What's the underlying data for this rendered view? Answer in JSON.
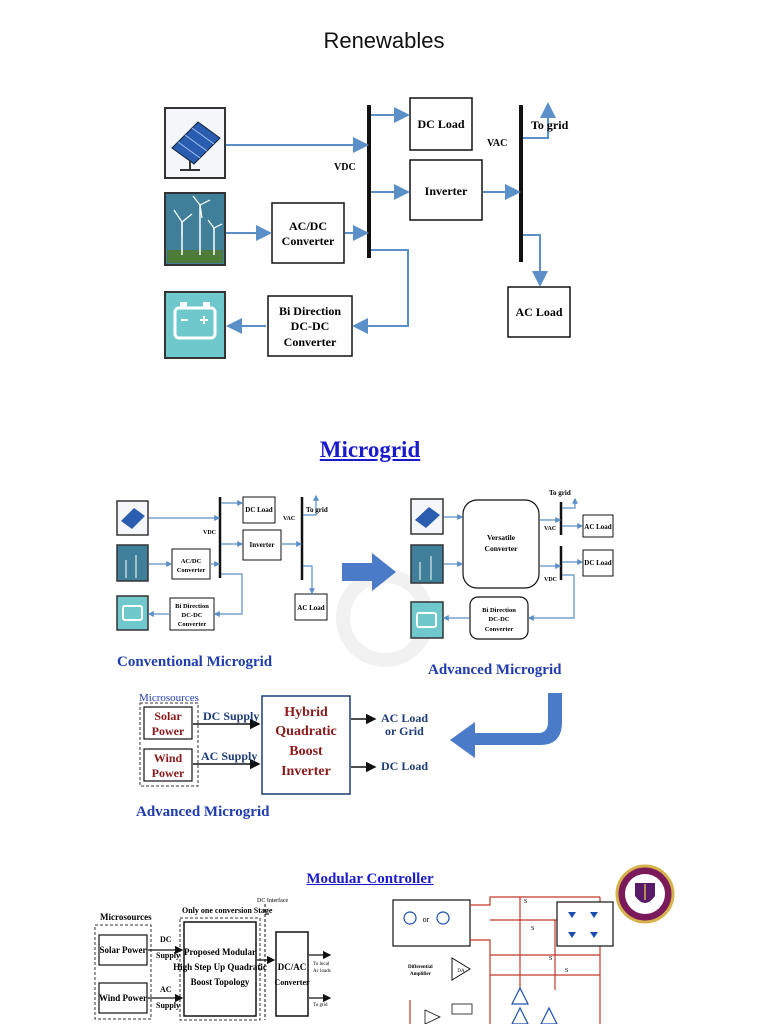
{
  "top": {
    "title": "Renewables",
    "dc_load": "DC Load",
    "inverter": "Inverter",
    "acdc1": "AC/DC",
    "acdc2": "Converter",
    "bidir1": "Bi Direction",
    "bidir2": "DC-DC",
    "bidir3": "Converter",
    "ac_load": "AC Load",
    "vdc": "VDC",
    "vac": "VAC",
    "to_grid": "To grid"
  },
  "microgrid": {
    "title": "Microgrid",
    "conv": {
      "dc_load": "DC Load",
      "inverter": "Inverter",
      "acdc1": "AC/DC",
      "acdc2": "Converter",
      "bidir1": "Bi Direction",
      "bidir2": "DC-DC",
      "bidir3": "Converter",
      "ac_load": "AC Load",
      "vdc": "VDC",
      "vac": "VAC",
      "to_grid": "To grid",
      "caption": "Conventional  Microgrid"
    },
    "adv": {
      "versatile1": "Versatile",
      "versatile2": "Converter",
      "bidir1": "Bi Direction",
      "bidir2": "DC-DC",
      "bidir3": "Converter",
      "ac_load": "AC Load",
      "dc_load": "DC Load",
      "vac": "VAC",
      "vdc": "VDC",
      "to_grid": "To grid",
      "caption": "Advanced Microgrid"
    },
    "hybrid": {
      "microsources": "Microsources",
      "solar1": "Solar",
      "solar2": "Power",
      "wind1": "Wind",
      "wind2": "Power",
      "dc_supply": "DC Supply",
      "ac_supply": "AC Supply",
      "box1": "Hybrid",
      "box2": "Quadratic",
      "box3": "Boost",
      "box4": "Inverter",
      "ac_load1": "AC Load",
      "ac_load2": "or Grid",
      "dc_load": "DC Load",
      "caption": "Advanced Microgrid"
    }
  },
  "modular": {
    "title": "Modular Controller",
    "microsources": "Microsources",
    "solar": "Solar Power",
    "wind": "Wind Power",
    "dc1": "DC",
    "dc2": "Supply",
    "ac1": "AC",
    "ac2": "Supply",
    "stage": "Only one conversion Stage",
    "dc_interface": "DC Interface",
    "topo1": "Proposed Modular",
    "topo2": "High Step Up Quadratic",
    "topo3": "Boost Topology",
    "dcac1": "DC/AC",
    "dcac2": "Converter",
    "to_local1": "To local",
    "to_local2": "Ac loads",
    "to_grid": "To grid",
    "diff1": "Differential",
    "diff2": "Amplifier",
    "or": "or",
    "da": "DA",
    "s1": "S",
    "s2": "S",
    "s3": "S",
    "s4": "S"
  },
  "colors": {
    "line_blue": "#5b8fc7",
    "title_blue": "#1a1acc",
    "caption_blue": "#1f3cb0",
    "arrow_blue": "#4a7bc8",
    "maroon": "#8b1a1a",
    "circuit_red": "#c0392b"
  }
}
